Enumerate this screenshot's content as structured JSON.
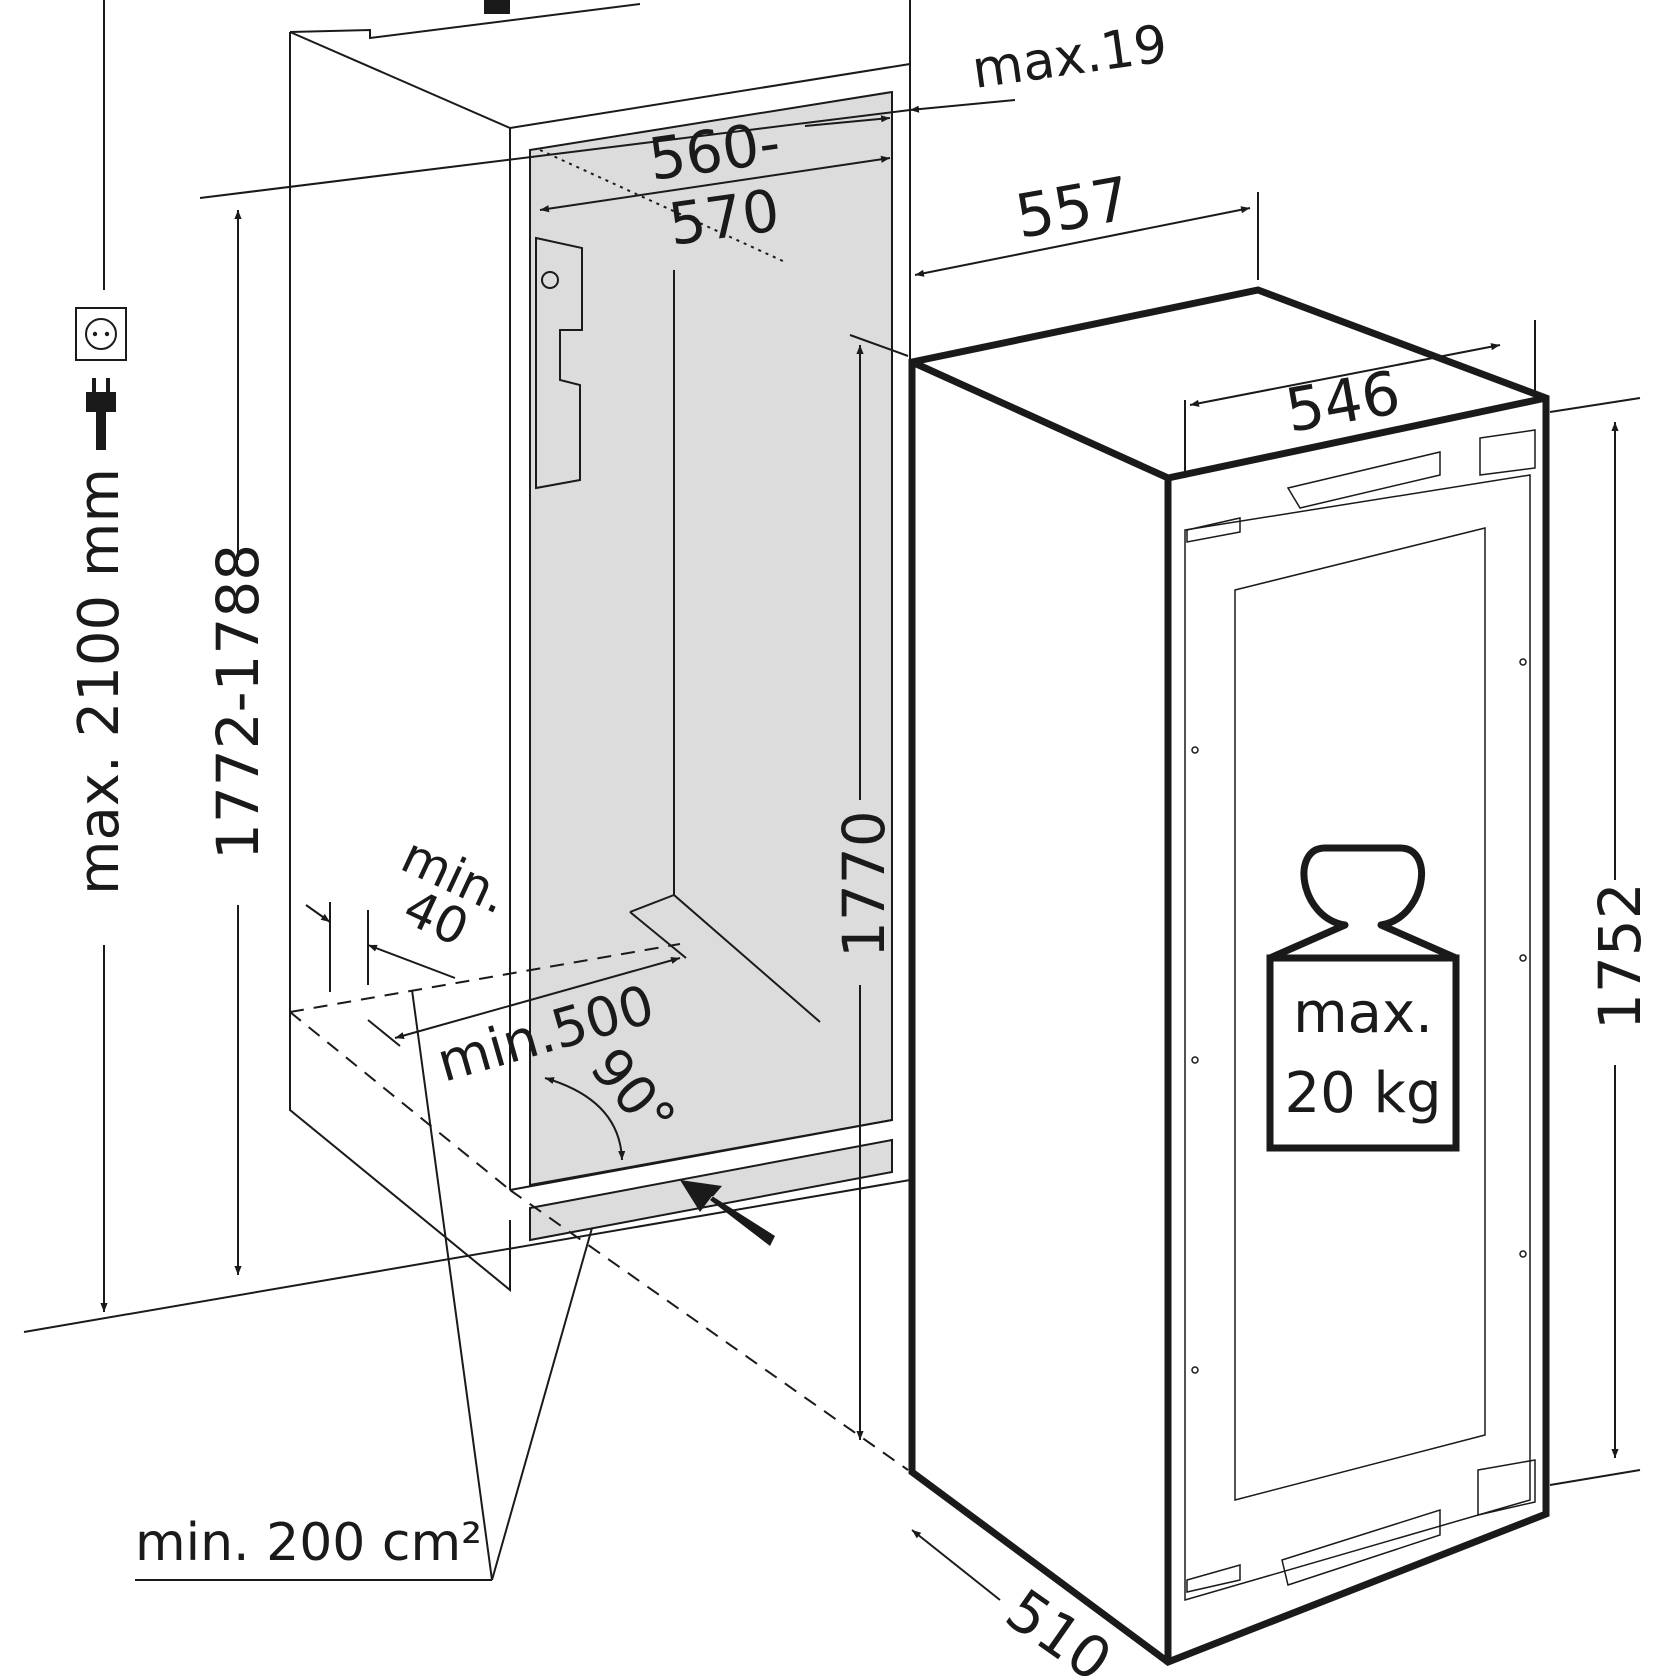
{
  "labels": {
    "max19": "max.19",
    "w560": "560-",
    "w570": "570",
    "w557": "557",
    "w546": "546",
    "h1772": "1772-1788",
    "hmax": "max. 2100 mm",
    "h1770": "1770",
    "h1752": "1752",
    "min": "min.",
    "min40": "40",
    "min500": "min.500",
    "angle": "90°",
    "vent": "min. 200 cm²",
    "weight_max": "max.",
    "weight_val": "20 kg",
    "depth": "510"
  },
  "icons": [
    "socket-icon",
    "plug-icon",
    "weight-icon",
    "arrow-icon"
  ]
}
